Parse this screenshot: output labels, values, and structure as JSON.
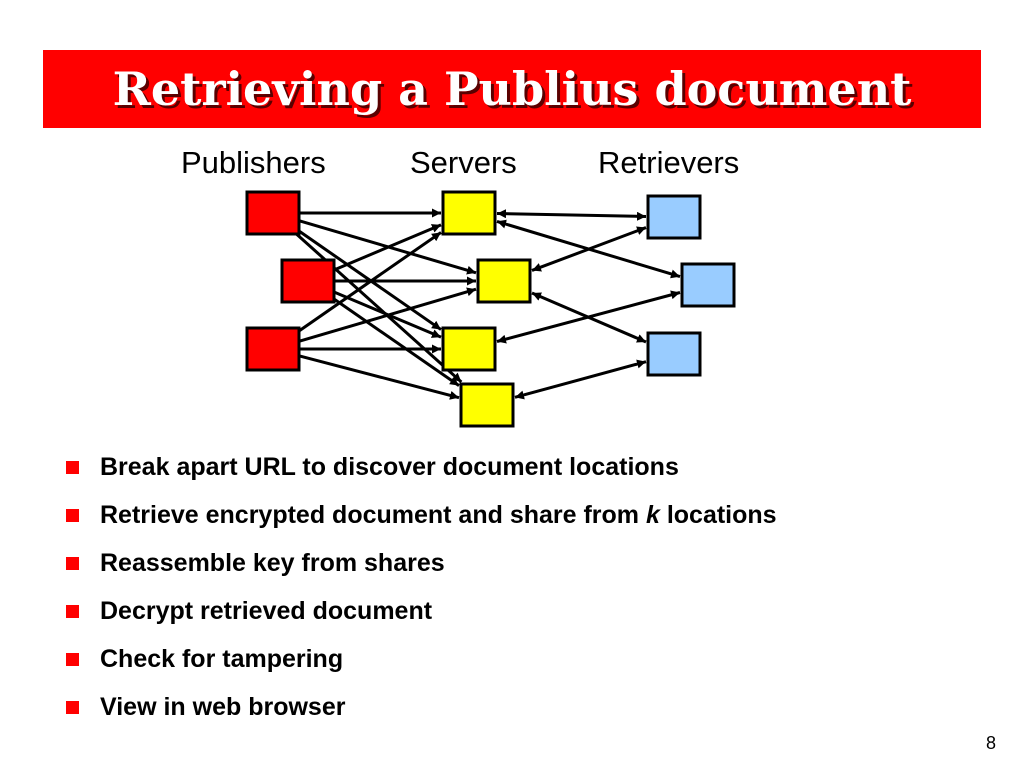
{
  "slide": {
    "title": "Retrieving a Publius document",
    "page_number": "8"
  },
  "diagram": {
    "columns": {
      "publishers": "Publishers",
      "servers": "Servers",
      "retrievers": "Retrievers"
    },
    "colors": {
      "publisher": "#ff0000",
      "server": "#ffff00",
      "retriever": "#99ccff",
      "border": "#000000",
      "title_bar": "#ff0000",
      "bullet": "#ff0000"
    },
    "nodes": {
      "publishers": [
        "P1",
        "P2",
        "P3"
      ],
      "servers": [
        "S1",
        "S2",
        "S3",
        "S4"
      ],
      "retrievers": [
        "R1",
        "R2",
        "R3"
      ]
    },
    "publish_edges": [
      [
        "P1",
        "S1"
      ],
      [
        "P1",
        "S2"
      ],
      [
        "P1",
        "S3"
      ],
      [
        "P1",
        "S4"
      ],
      [
        "P2",
        "S1"
      ],
      [
        "P2",
        "S2"
      ],
      [
        "P2",
        "S3"
      ],
      [
        "P2",
        "S4"
      ],
      [
        "P3",
        "S1"
      ],
      [
        "P3",
        "S2"
      ],
      [
        "P3",
        "S3"
      ],
      [
        "P3",
        "S4"
      ]
    ],
    "retrieve_edges": [
      [
        "S1",
        "R1"
      ],
      [
        "S1",
        "R2"
      ],
      [
        "S2",
        "R1"
      ],
      [
        "S2",
        "R3"
      ],
      [
        "S3",
        "R2"
      ],
      [
        "S4",
        "R3"
      ]
    ]
  },
  "bullets": [
    {
      "text": "Break apart URL to discover document locations"
    },
    {
      "pre": "Retrieve encrypted document and share from ",
      "em": "k",
      "post": " locations"
    },
    {
      "text": "Reassemble key from shares"
    },
    {
      "text": "Decrypt retrieved document"
    },
    {
      "text": "Check for tampering"
    },
    {
      "text": "View in web browser"
    }
  ]
}
